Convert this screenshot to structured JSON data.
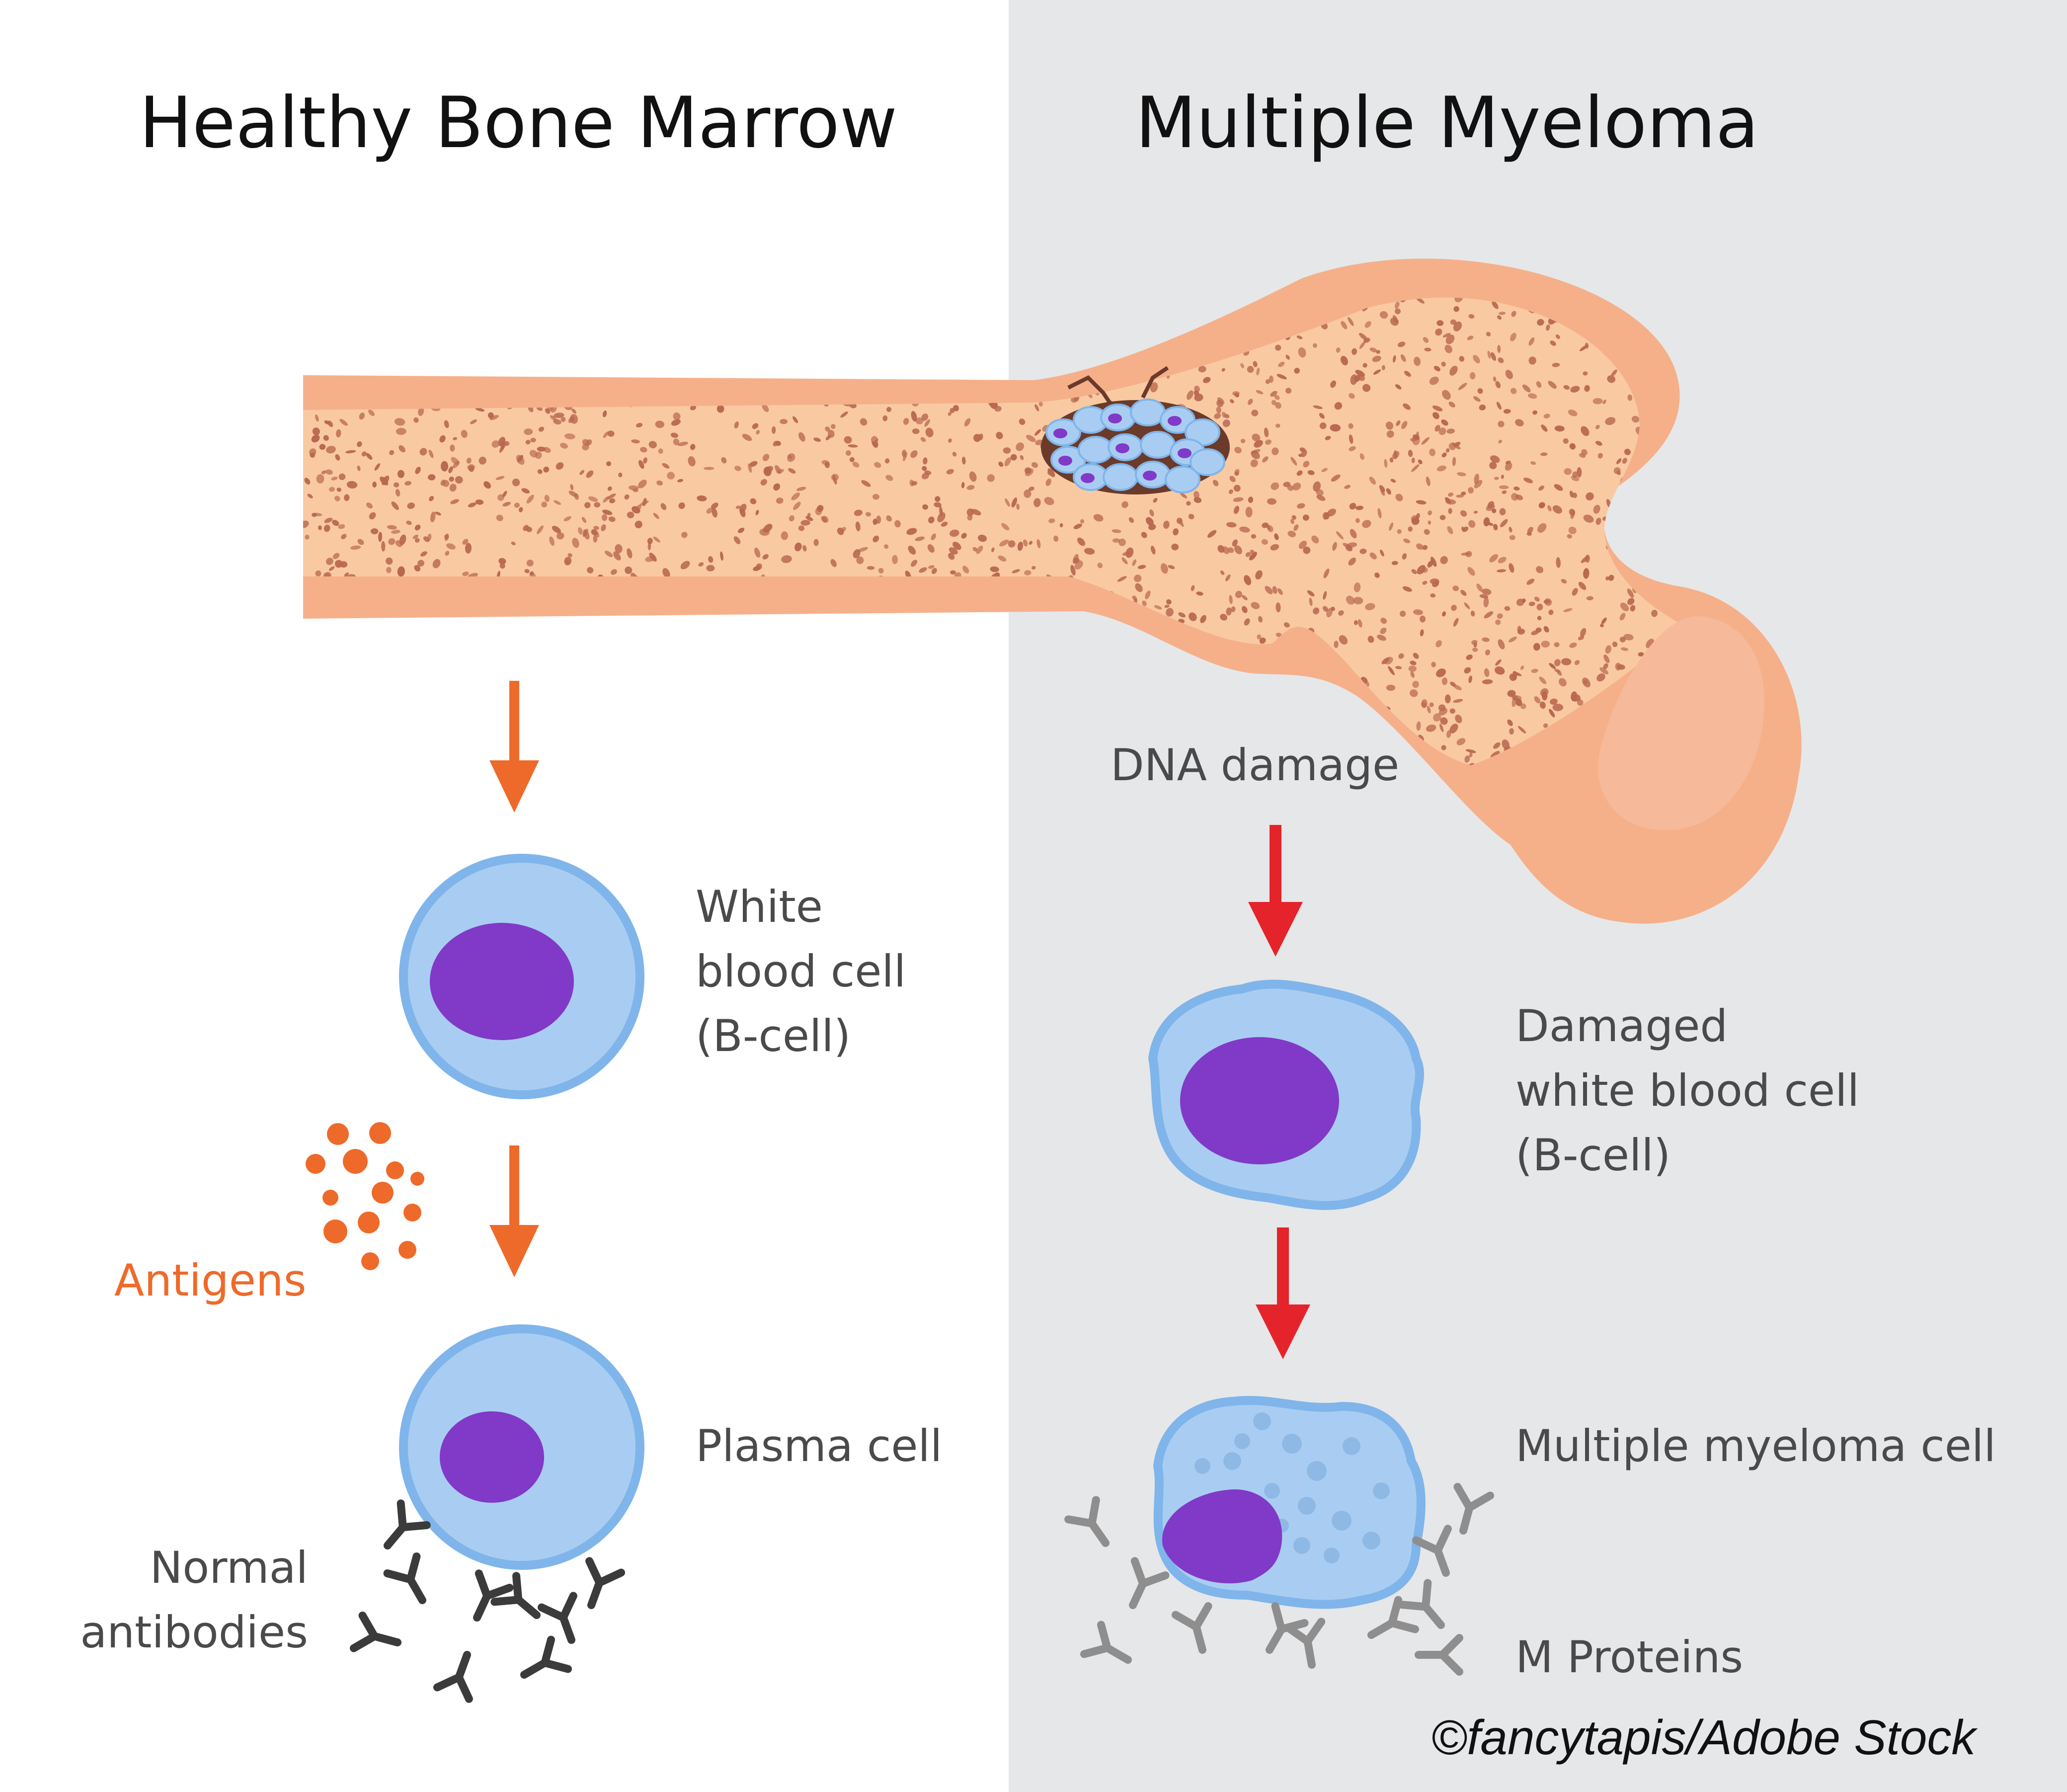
{
  "headings": {
    "left": "Healthy Bone Marrow",
    "right": "Multiple Myeloma"
  },
  "labels": {
    "white_blood_cell": "White\nblood cell\n(B-cell)",
    "antigens": "Antigens",
    "plasma_cell": "Plasma cell",
    "normal_antibodies": "Normal\nantibodies",
    "dna_damage": "DNA damage",
    "damaged_white_blood_cell": "Damaged\nwhite blood cell\n(B-cell)",
    "multiple_myeloma_cell": "Multiple myeloma cell",
    "m_proteins": "M Proteins"
  },
  "credit": "©fancytapis/Adobe Stock",
  "colors": {
    "bone_outer": "#f5b08a",
    "bone_inner": "#f9c9a2",
    "marrow_speckle": "#b8684f",
    "cell_cytoplasm": "#a9cdf2",
    "cell_border": "#7fb5ea",
    "nucleus": "#8139c8",
    "arrow_healthy": "#ee6a2a",
    "arrow_myeloma": "#e5232a",
    "antibody_normal": "#3b3b3b",
    "antibody_m_protein": "#8e8e8e"
  },
  "icons": {
    "antibody": "y-shaped-antibody-icon",
    "antigen": "dot-cluster-icon",
    "arrow": "down-arrow-icon"
  }
}
